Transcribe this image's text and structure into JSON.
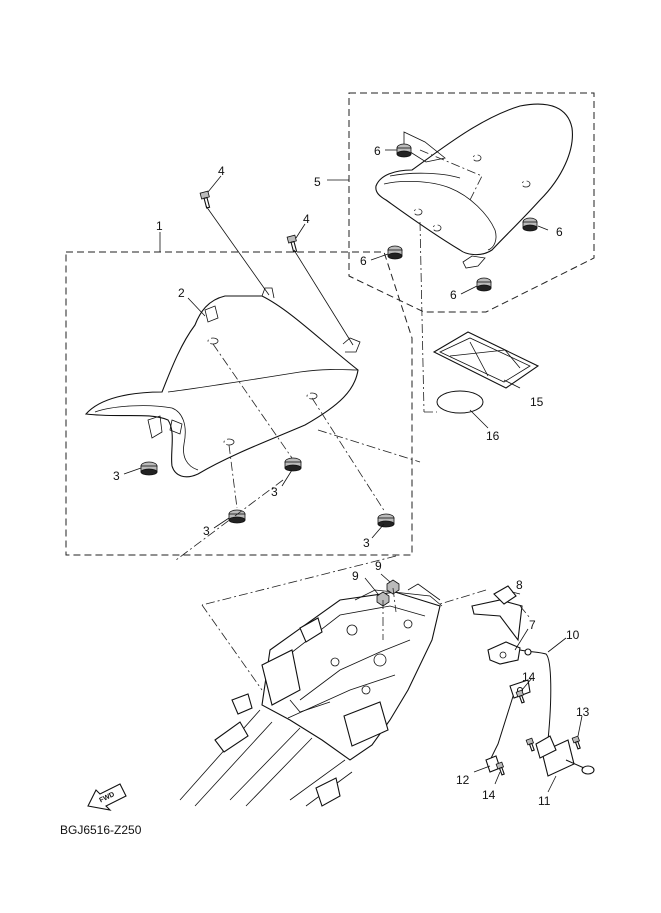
{
  "diagram_code": "BGJ6516-Z250",
  "fwd_label": "FWD",
  "callouts": {
    "c1": "1",
    "c2": "2",
    "c3a": "3",
    "c3b": "3",
    "c3c": "3",
    "c3d": "3",
    "c4a": "4",
    "c4b": "4",
    "c5": "5",
    "c6a": "6",
    "c6b": "6",
    "c6c": "6",
    "c6d": "6",
    "c7": "7",
    "c8": "8",
    "c9a": "9",
    "c9b": "9",
    "c10": "10",
    "c11": "11",
    "c12": "12",
    "c13": "13",
    "c14a": "14",
    "c14b": "14",
    "c15": "15",
    "c16": "16"
  }
}
